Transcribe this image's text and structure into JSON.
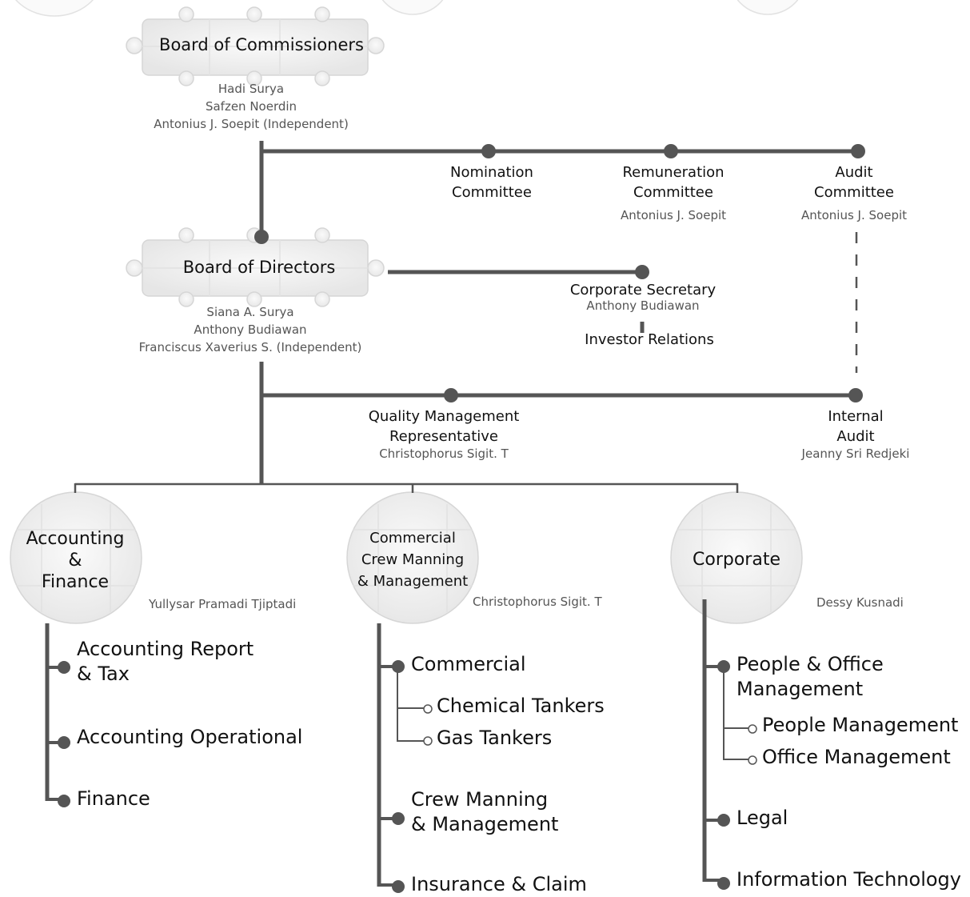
{
  "board_of_commissioners": {
    "title": "Board of Commissioners",
    "members": [
      "Hadi Surya",
      "Safzen Noerdin",
      "Antonius J. Soepit (Independent)"
    ]
  },
  "committees": [
    {
      "name": "Nomination\nCommittee",
      "person": ""
    },
    {
      "name": "Remuneration\nCommittee",
      "person": "Antonius J. Soepit"
    },
    {
      "name": "Audit\nCommittee",
      "person": "Antonius J. Soepit"
    }
  ],
  "board_of_directors": {
    "title": "Board of Directors",
    "members": [
      "Siana A. Surya",
      "Anthony Budiawan",
      "Franciscus Xaverius S. (Independent)"
    ]
  },
  "corporate_secretary": {
    "title": "Corporate Secretary",
    "person": "Anthony Budiawan",
    "unit": "Investor Relations"
  },
  "quality_management": {
    "name": "Quality Management\nRepresentative",
    "person": "Christophorus Sigit. T"
  },
  "internal_audit": {
    "name": "Internal\nAudit",
    "person": "Jeanny Sri Redjeki"
  },
  "divisions": [
    {
      "name": "Accounting\n&\nFinance",
      "head": "Yullysar Pramadi Tjiptadi",
      "units": [
        {
          "name": "Accounting Report\n& Tax",
          "subunits": []
        },
        {
          "name": "Accounting Operational",
          "subunits": []
        },
        {
          "name": "Finance",
          "subunits": []
        }
      ]
    },
    {
      "name": "Commercial\nCrew Manning\n& Management",
      "head": "Christophorus Sigit. T",
      "units": [
        {
          "name": "Commercial",
          "subunits": [
            "Chemical Tankers",
            "Gas Tankers"
          ]
        },
        {
          "name": "Crew Manning\n& Management",
          "subunits": []
        },
        {
          "name": "Insurance & Claim",
          "subunits": []
        }
      ]
    },
    {
      "name": "Corporate",
      "head": "Dessy Kusnadi",
      "units": [
        {
          "name": "People & Office\nManagement",
          "subunits": [
            "People Management",
            "Office Management"
          ]
        },
        {
          "name": "Legal",
          "subunits": []
        },
        {
          "name": "Information Technology",
          "subunits": []
        }
      ]
    }
  ],
  "colors": {
    "line": "#555555",
    "node": "#555555",
    "puzzle_fill": "#f1f1f1",
    "puzzle_stroke": "#d6d6d6"
  }
}
